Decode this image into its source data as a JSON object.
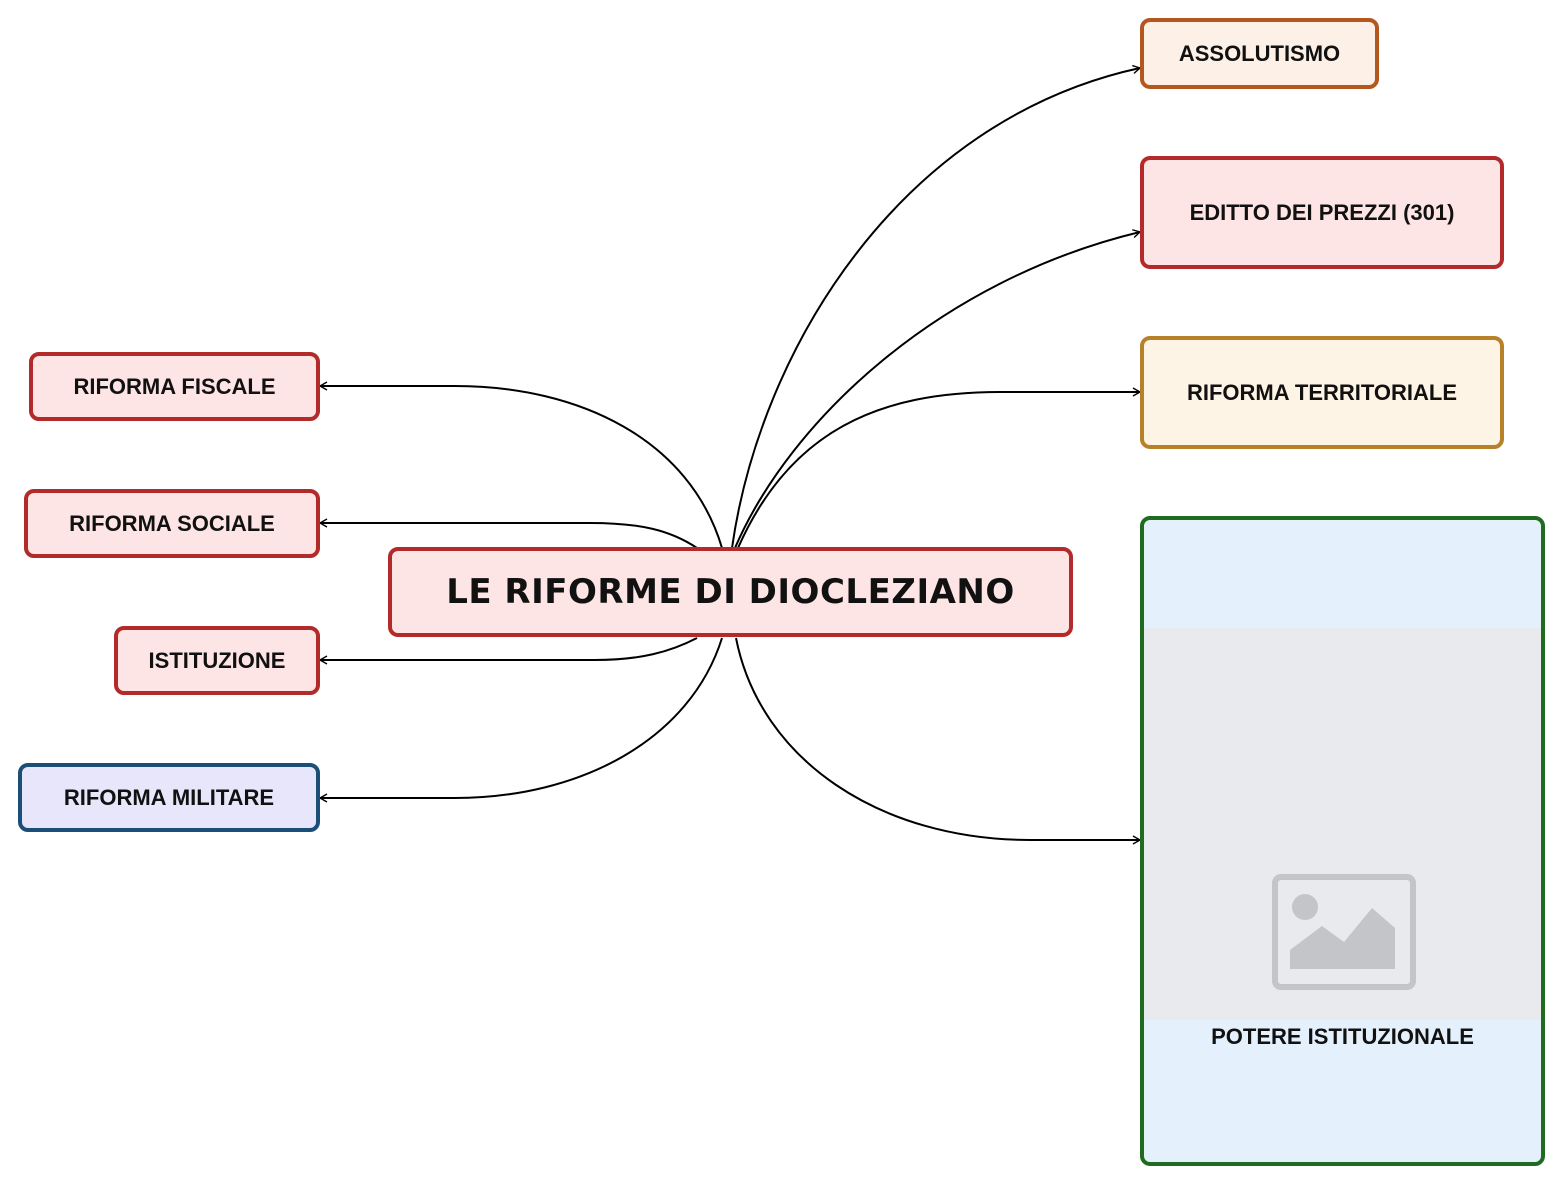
{
  "diagram": {
    "central": {
      "label": "LE RIFORME DI DIOCLEZIANO",
      "fill": "#fde5e5",
      "border": "#b22a2a"
    },
    "left_nodes": [
      {
        "id": "riforma-fiscale",
        "label": "RIFORMA FISCALE",
        "fill": "#fde5e5",
        "border": "#b22a2a"
      },
      {
        "id": "riforma-sociale",
        "label": "RIFORMA SOCIALE",
        "fill": "#fde5e5",
        "border": "#b22a2a"
      },
      {
        "id": "istituzione",
        "label": "ISTITUZIONE",
        "fill": "#fde5e5",
        "border": "#b22a2a"
      },
      {
        "id": "riforma-militare",
        "label": "RIFORMA MILITARE",
        "fill": "#e8e6fb",
        "border": "#1c4f78"
      }
    ],
    "right_nodes": [
      {
        "id": "assolutismo",
        "label": "ASSOLUTISMO",
        "fill": "#fdf0e6",
        "border": "#b3571e"
      },
      {
        "id": "editto-dei-prezzi",
        "label": "EDITTO DEI PREZZI (301)",
        "fill": "#fde5e5",
        "border": "#b22a2a"
      },
      {
        "id": "riforma-territoriale",
        "label": "RIFORMA TERRITORIALE",
        "fill": "#fef4e5",
        "border": "#b7812a"
      },
      {
        "id": "potere-istituzionale",
        "label": "POTERE ISTITUZIONALE",
        "fill": "#e4f1fd",
        "border": "#1f6b1f",
        "icon": "image-placeholder-icon"
      }
    ],
    "edge_color": "#000000"
  }
}
